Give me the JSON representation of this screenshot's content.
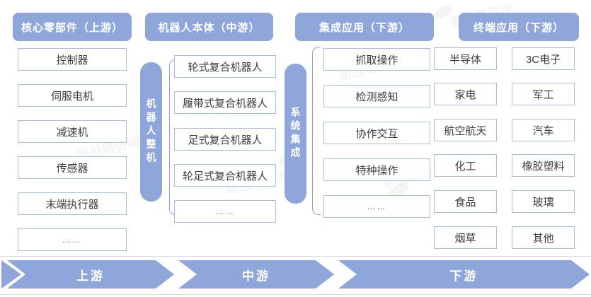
{
  "colors": {
    "accent": "#8EA6DA",
    "box_border": "#A9BEDF",
    "box_text": "#3C3C3C",
    "stage_text": "#FFFFFF"
  },
  "columns": [
    {
      "header": "核心零部件（上游）",
      "items": [
        "控制器",
        "伺服电机",
        "减速机",
        "传感器",
        "末端执行器",
        "……"
      ]
    },
    {
      "header": "机器人本体（中游）",
      "side_label": "机器人整机",
      "items": [
        "轮式复合机器人",
        "履带式复合机器人",
        "足式复合机器人",
        "轮足式复合机器人",
        "……"
      ]
    },
    {
      "header": "集成应用（下游）",
      "side_label": "系统集成",
      "items": [
        "抓取操作",
        "检测感知",
        "协作交互",
        "特种操作",
        "……"
      ]
    },
    {
      "header": "终端应用（下游）",
      "items_left": [
        "半导体",
        "家电",
        "航空航天",
        "化工",
        "食品",
        "烟草"
      ],
      "items_right": [
        "3C电子",
        "军工",
        "汽车",
        "橡胶塑料",
        "玻璃",
        "其他"
      ]
    }
  ],
  "stages": [
    {
      "label": "上游"
    },
    {
      "label": "中游"
    },
    {
      "label": "下游"
    }
  ],
  "watermark": {
    "text": "新战略咨询"
  }
}
